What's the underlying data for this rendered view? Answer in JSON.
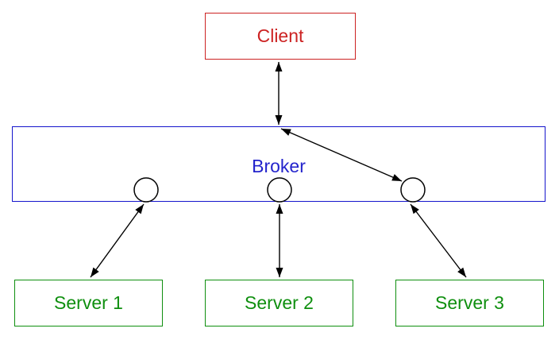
{
  "colors": {
    "client_accent": "#cc2222",
    "broker_border": "#1515cc",
    "broker_text": "#2424cc",
    "server_accent": "#0f8f0f",
    "line": "#000000",
    "background": "#ffffff"
  },
  "nodes": {
    "client": {
      "label": "Client"
    },
    "broker": {
      "label": "Broker"
    },
    "servers": [
      {
        "label": "Server 1"
      },
      {
        "label": "Server 2"
      },
      {
        "label": "Server 3"
      }
    ]
  },
  "connectors": [
    {
      "name": "broker-port-1",
      "attached_to": "Server 1"
    },
    {
      "name": "broker-port-2",
      "attached_to": "Server 2"
    },
    {
      "name": "broker-port-3",
      "attached_to": "Server 3"
    }
  ],
  "edges": [
    {
      "from": "Client",
      "to": "Broker",
      "bidirectional": true
    },
    {
      "from": "Broker top junction",
      "to": "broker-port-3",
      "bidirectional": true
    },
    {
      "from": "broker-port-1",
      "to": "Server 1",
      "bidirectional": true
    },
    {
      "from": "broker-port-2",
      "to": "Server 2",
      "bidirectional": true
    },
    {
      "from": "broker-port-3",
      "to": "Server 3",
      "bidirectional": true
    }
  ]
}
